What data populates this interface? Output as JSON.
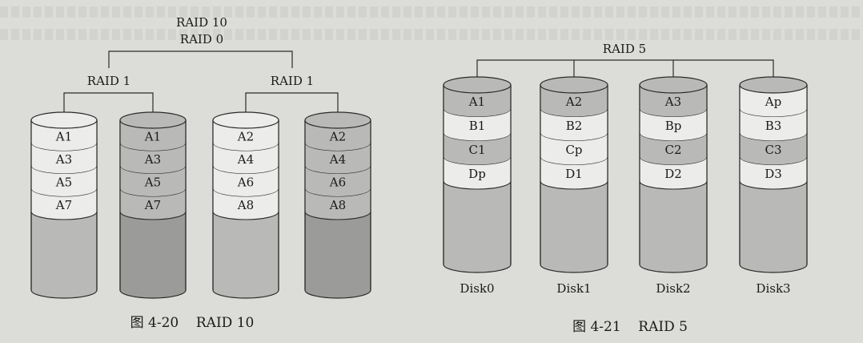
{
  "raid10": {
    "title_line1": "RAID 10",
    "title_line2": "RAID 0",
    "mirror_label_left": "RAID 1",
    "mirror_label_right": "RAID 1",
    "caption": "图 4-20    RAID 10",
    "disks": [
      {
        "blocks": [
          "A1",
          "A3",
          "A5",
          "A7"
        ],
        "shade": "light"
      },
      {
        "blocks": [
          "A1",
          "A3",
          "A5",
          "A7"
        ],
        "shade": "dark"
      },
      {
        "blocks": [
          "A2",
          "A4",
          "A6",
          "A8"
        ],
        "shade": "light"
      },
      {
        "blocks": [
          "A2",
          "A4",
          "A6",
          "A8"
        ],
        "shade": "dark"
      }
    ]
  },
  "raid5": {
    "title": "RAID 5",
    "caption": "图 4-21    RAID 5",
    "disks": [
      {
        "label": "Disk0",
        "blocks": [
          "A1",
          "B1",
          "C1",
          "Dp"
        ]
      },
      {
        "label": "Disk1",
        "blocks": [
          "A2",
          "B2",
          "Cp",
          "D1"
        ]
      },
      {
        "label": "Disk2",
        "blocks": [
          "A3",
          "Bp",
          "C2",
          "D2"
        ]
      },
      {
        "label": "Disk3",
        "blocks": [
          "Ap",
          "B3",
          "C3",
          "D3"
        ]
      }
    ]
  },
  "colors": {
    "light_fill": "#ececea",
    "mid_fill": "#b9b9b7",
    "dark_fill": "#9b9b99",
    "stroke": "#2b2b2b",
    "text": "#1a1a1a"
  }
}
